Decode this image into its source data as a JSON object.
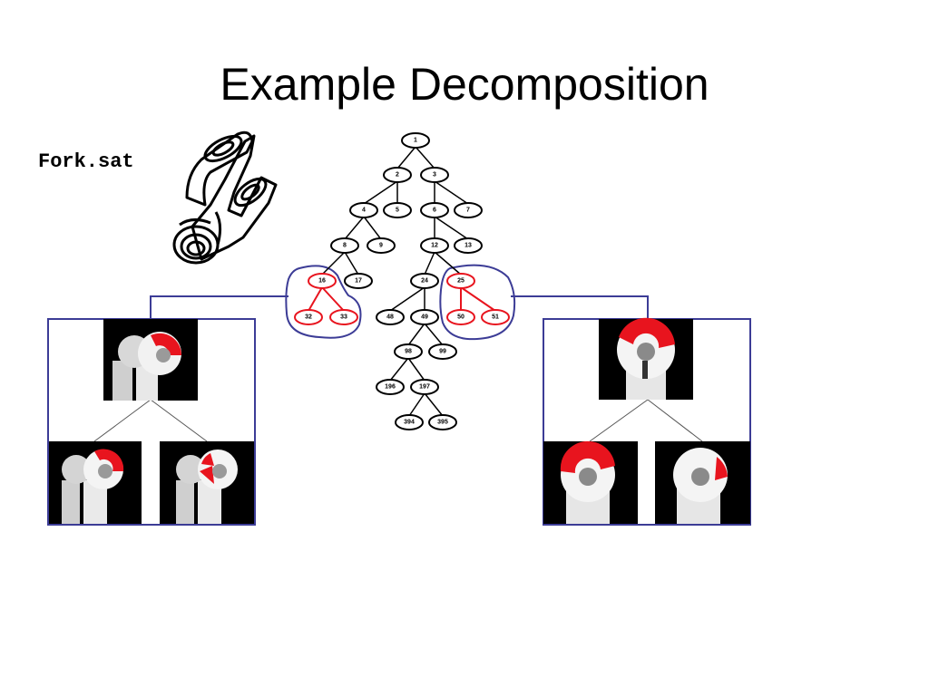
{
  "slide": {
    "title": "Example Decomposition",
    "file_label": "Fork.sat"
  },
  "colors": {
    "highlight": "#e8141e",
    "group_outline": "#3c3c96",
    "node_stroke": "#000000",
    "render_background": "#000000"
  },
  "tree": {
    "nodes": [
      {
        "id": "1",
        "label": "1",
        "highlight": false
      },
      {
        "id": "2",
        "label": "2",
        "highlight": false
      },
      {
        "id": "3",
        "label": "3",
        "highlight": false
      },
      {
        "id": "4",
        "label": "4",
        "highlight": false
      },
      {
        "id": "5",
        "label": "5",
        "highlight": false
      },
      {
        "id": "6",
        "label": "6",
        "highlight": false
      },
      {
        "id": "7",
        "label": "7",
        "highlight": false
      },
      {
        "id": "8",
        "label": "8",
        "highlight": false
      },
      {
        "id": "9",
        "label": "9",
        "highlight": false
      },
      {
        "id": "12",
        "label": "12",
        "highlight": false
      },
      {
        "id": "13",
        "label": "13",
        "highlight": false
      },
      {
        "id": "16",
        "label": "16",
        "highlight": true
      },
      {
        "id": "17",
        "label": "17",
        "highlight": false
      },
      {
        "id": "24",
        "label": "24",
        "highlight": false
      },
      {
        "id": "25",
        "label": "25",
        "highlight": true
      },
      {
        "id": "32",
        "label": "32",
        "highlight": true
      },
      {
        "id": "33",
        "label": "33",
        "highlight": true
      },
      {
        "id": "48",
        "label": "48",
        "highlight": false
      },
      {
        "id": "49",
        "label": "49",
        "highlight": false
      },
      {
        "id": "50",
        "label": "50",
        "highlight": true
      },
      {
        "id": "51",
        "label": "51",
        "highlight": true
      },
      {
        "id": "98",
        "label": "98",
        "highlight": false
      },
      {
        "id": "99",
        "label": "99",
        "highlight": false
      },
      {
        "id": "196",
        "label": "196",
        "highlight": false
      },
      {
        "id": "197",
        "label": "197",
        "highlight": false
      },
      {
        "id": "394",
        "label": "394",
        "highlight": false
      },
      {
        "id": "395",
        "label": "395",
        "highlight": false
      }
    ],
    "edges": [
      [
        "1",
        "2"
      ],
      [
        "1",
        "3"
      ],
      [
        "2",
        "4"
      ],
      [
        "2",
        "5"
      ],
      [
        "3",
        "6"
      ],
      [
        "3",
        "7"
      ],
      [
        "4",
        "8"
      ],
      [
        "4",
        "9"
      ],
      [
        "6",
        "12"
      ],
      [
        "6",
        "13"
      ],
      [
        "8",
        "16"
      ],
      [
        "8",
        "17"
      ],
      [
        "12",
        "24"
      ],
      [
        "12",
        "25"
      ],
      [
        "16",
        "32"
      ],
      [
        "16",
        "33"
      ],
      [
        "24",
        "48"
      ],
      [
        "24",
        "49"
      ],
      [
        "25",
        "50"
      ],
      [
        "25",
        "51"
      ],
      [
        "49",
        "98"
      ],
      [
        "49",
        "99"
      ],
      [
        "98",
        "196"
      ],
      [
        "98",
        "197"
      ],
      [
        "197",
        "394"
      ],
      [
        "197",
        "395"
      ]
    ]
  },
  "panels": [
    {
      "id": "left",
      "group": "16",
      "renders": [
        "parent-16",
        "child-32",
        "child-33"
      ]
    },
    {
      "id": "right",
      "group": "25",
      "renders": [
        "parent-25",
        "child-50",
        "child-51"
      ]
    }
  ]
}
